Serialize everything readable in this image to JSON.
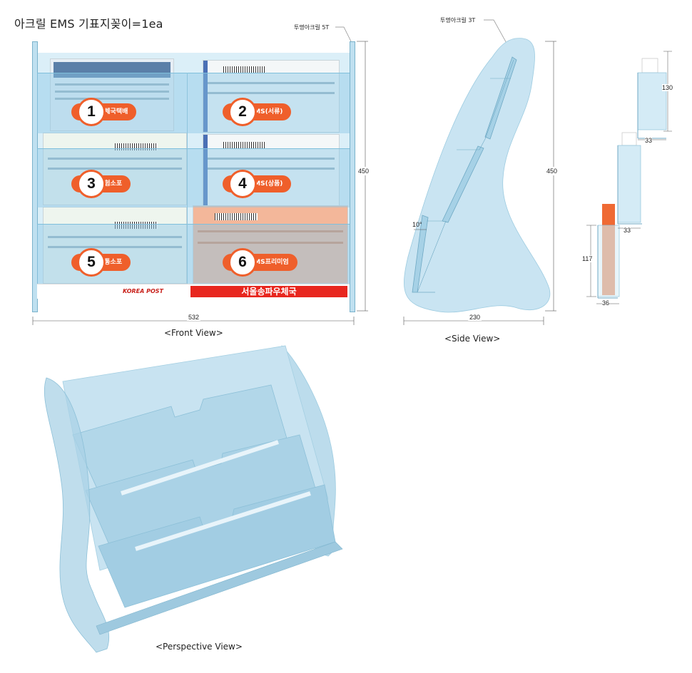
{
  "title": "아크릴 EMS 기표지꽂이=1ea",
  "notes": {
    "front_material": "투명아크릴 5T",
    "side_material": "투명아크릴 3T"
  },
  "front_view": {
    "caption": "<Front View>",
    "width_dim": "532",
    "height_dim": "450",
    "banner_text": "서울송파우체국",
    "logo_text": "KOREA POST",
    "slots": [
      {
        "number": "1",
        "label": "우체국택배"
      },
      {
        "number": "2",
        "label": "EMS(서류)"
      },
      {
        "number": "3",
        "label": "보험소포"
      },
      {
        "number": "4",
        "label": "EMS(상품)"
      },
      {
        "number": "5",
        "label": "보통소포"
      },
      {
        "number": "6",
        "label": "EMS프리미엄"
      }
    ]
  },
  "side_view": {
    "caption": "<Side View>",
    "width_dim": "230",
    "height_dim": "450",
    "angle": "10°"
  },
  "detail_view": {
    "dims": {
      "top_height": "130",
      "top_depth": "33",
      "mid_depth": "33",
      "bottom_height": "117",
      "bottom_depth": "36"
    }
  },
  "perspective_view": {
    "caption": "<Perspective View>"
  },
  "colors": {
    "accent": "#ef5f2b",
    "acrylic": "#bfe0f0",
    "banner_red": "#e8261e"
  }
}
